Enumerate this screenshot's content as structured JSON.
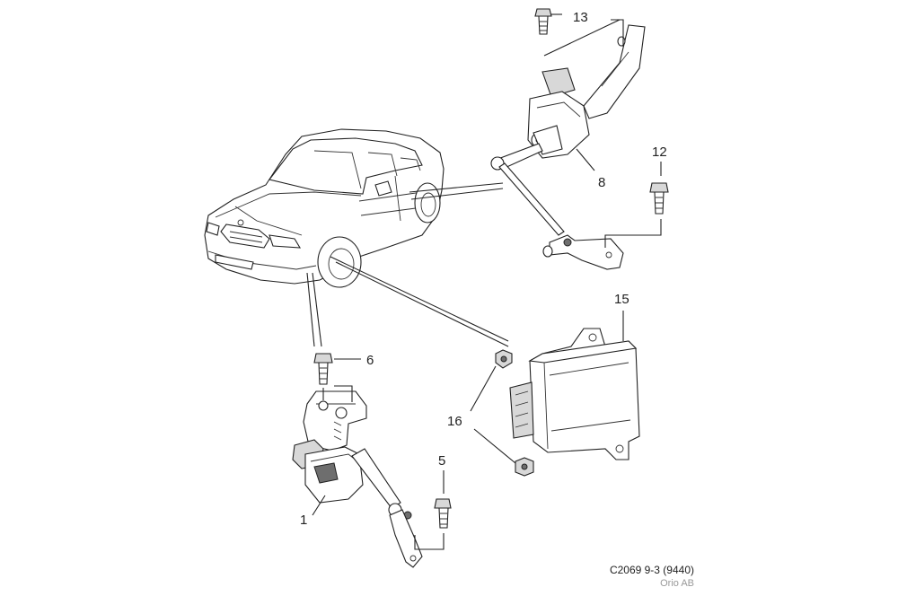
{
  "callouts": [
    {
      "id": "13",
      "label": "13"
    },
    {
      "id": "12",
      "label": "12"
    },
    {
      "id": "8",
      "label": "8"
    },
    {
      "id": "15",
      "label": "15"
    },
    {
      "id": "6",
      "label": "6"
    },
    {
      "id": "16",
      "label": "16"
    },
    {
      "id": "5",
      "label": "5"
    },
    {
      "id": "1",
      "label": "1"
    }
  ],
  "caption": {
    "code": "C2069 9-3 (9440)",
    "organization": "Orio AB"
  },
  "colors": {
    "line": "#222222",
    "shade": "#d8d8d8",
    "muted_text": "#999999"
  }
}
